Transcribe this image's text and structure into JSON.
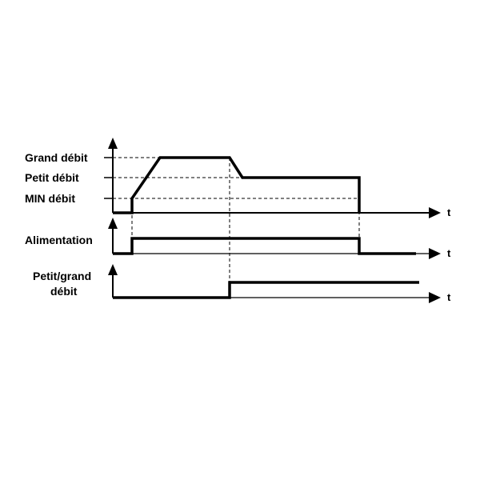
{
  "labels": {
    "grand_debit": "Grand débit",
    "petit_debit": "Petit débit",
    "min_debit": "MIN  débit",
    "alimentation": "Alimentation",
    "petit_grand_line1": "Petit/grand",
    "petit_grand_line2": "débit",
    "time_axis": "t"
  },
  "colors": {
    "ink": "#000000",
    "background": "#ffffff"
  }
}
